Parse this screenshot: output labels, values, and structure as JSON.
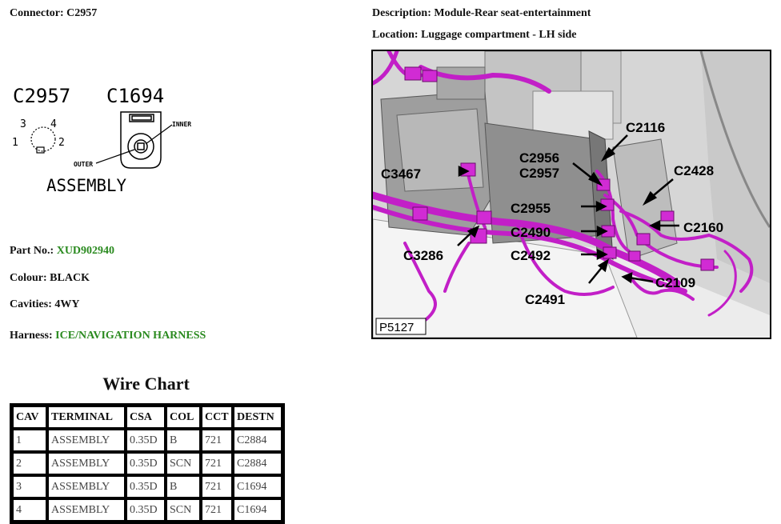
{
  "connector": {
    "label": "Connector:",
    "value": "C2957"
  },
  "description": {
    "label": "Description:",
    "value": "Module-Rear seat-entertainment"
  },
  "location": {
    "label": "Location:",
    "value": "Luggage compartment - LH side"
  },
  "diagram": {
    "title_left": "C2957",
    "title_right": "C1694",
    "pin3": "3",
    "pin4": "4",
    "pin1": "1",
    "pin2": "2",
    "inner_label": "INNER",
    "outer_label": "OUTER",
    "assembly_label": "ASSEMBLY"
  },
  "part_no": {
    "label": "Part No.:",
    "value": "XUD902940"
  },
  "colour": {
    "label": "Colour:",
    "value": "BLACK"
  },
  "cavities": {
    "label": "Cavities:",
    "value": "4WY"
  },
  "harness": {
    "label": "Harness:",
    "value": "ICE/NAVIGATION HARNESS"
  },
  "wire_chart": {
    "title": "Wire Chart",
    "headers": [
      "CAV",
      "TERMINAL",
      "CSA",
      "COL",
      "CCT",
      "DESTN"
    ],
    "rows": [
      [
        "1",
        "ASSEMBLY",
        "0.35D",
        "B",
        "721",
        "C2884"
      ],
      [
        "2",
        "ASSEMBLY",
        "0.35D",
        "SCN",
        "721",
        "C2884"
      ],
      [
        "3",
        "ASSEMBLY",
        "0.35D",
        "B",
        "721",
        "C1694"
      ],
      [
        "4",
        "ASSEMBLY",
        "0.35D",
        "SCN",
        "721",
        "C1694"
      ]
    ]
  },
  "photo": {
    "callouts": [
      "C2116",
      "C2956",
      "C2957",
      "C3467",
      "C2428",
      "C2955",
      "C2160",
      "C2490",
      "C3286",
      "C2492",
      "C2109",
      "C2491"
    ],
    "ref": "P5127"
  },
  "colors": {
    "accent_green": "#2a8a1f",
    "harness_magenta": "#c21fc7"
  }
}
